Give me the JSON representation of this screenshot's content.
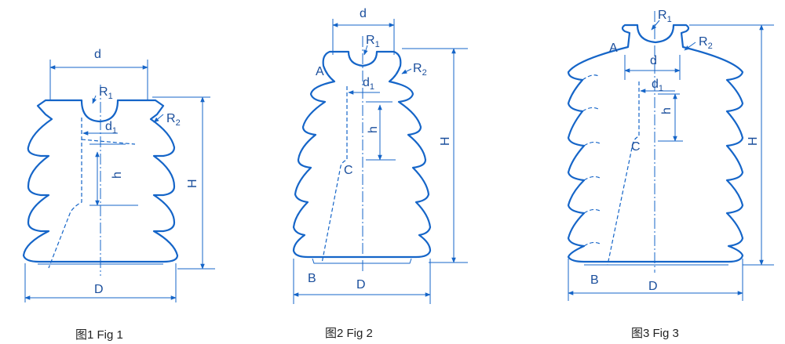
{
  "figures": [
    {
      "id": "fig1",
      "caption": "图1  Fig 1",
      "labels": {
        "d": "d",
        "R1": "R",
        "R1_sub": "1",
        "R2": "R",
        "R2_sub": "2",
        "d1": "d",
        "d1_sub": "1",
        "h": "h",
        "H": "H",
        "D": "D"
      }
    },
    {
      "id": "fig2",
      "caption": "图2  Fig 2",
      "labels": {
        "d": "d",
        "R1": "R",
        "R1_sub": "1",
        "R2": "R",
        "R2_sub": "2",
        "A": "A",
        "d1": "d",
        "d1_sub": "1",
        "h": "h",
        "C": "C",
        "H": "H",
        "B": "B",
        "D": "D"
      }
    },
    {
      "id": "fig3",
      "caption": "图3  Fig 3",
      "labels": {
        "R1": "R",
        "R1_sub": "1",
        "R2": "R",
        "R2_sub": "2",
        "A": "A",
        "d": "d",
        "d1": "d",
        "d1_sub": "1",
        "h": "h",
        "C": "C",
        "H": "H",
        "B": "B",
        "D": "D"
      }
    }
  ],
  "colors": {
    "line": "#1565c8",
    "text": "#1a4e9c",
    "caption": "#222222"
  }
}
